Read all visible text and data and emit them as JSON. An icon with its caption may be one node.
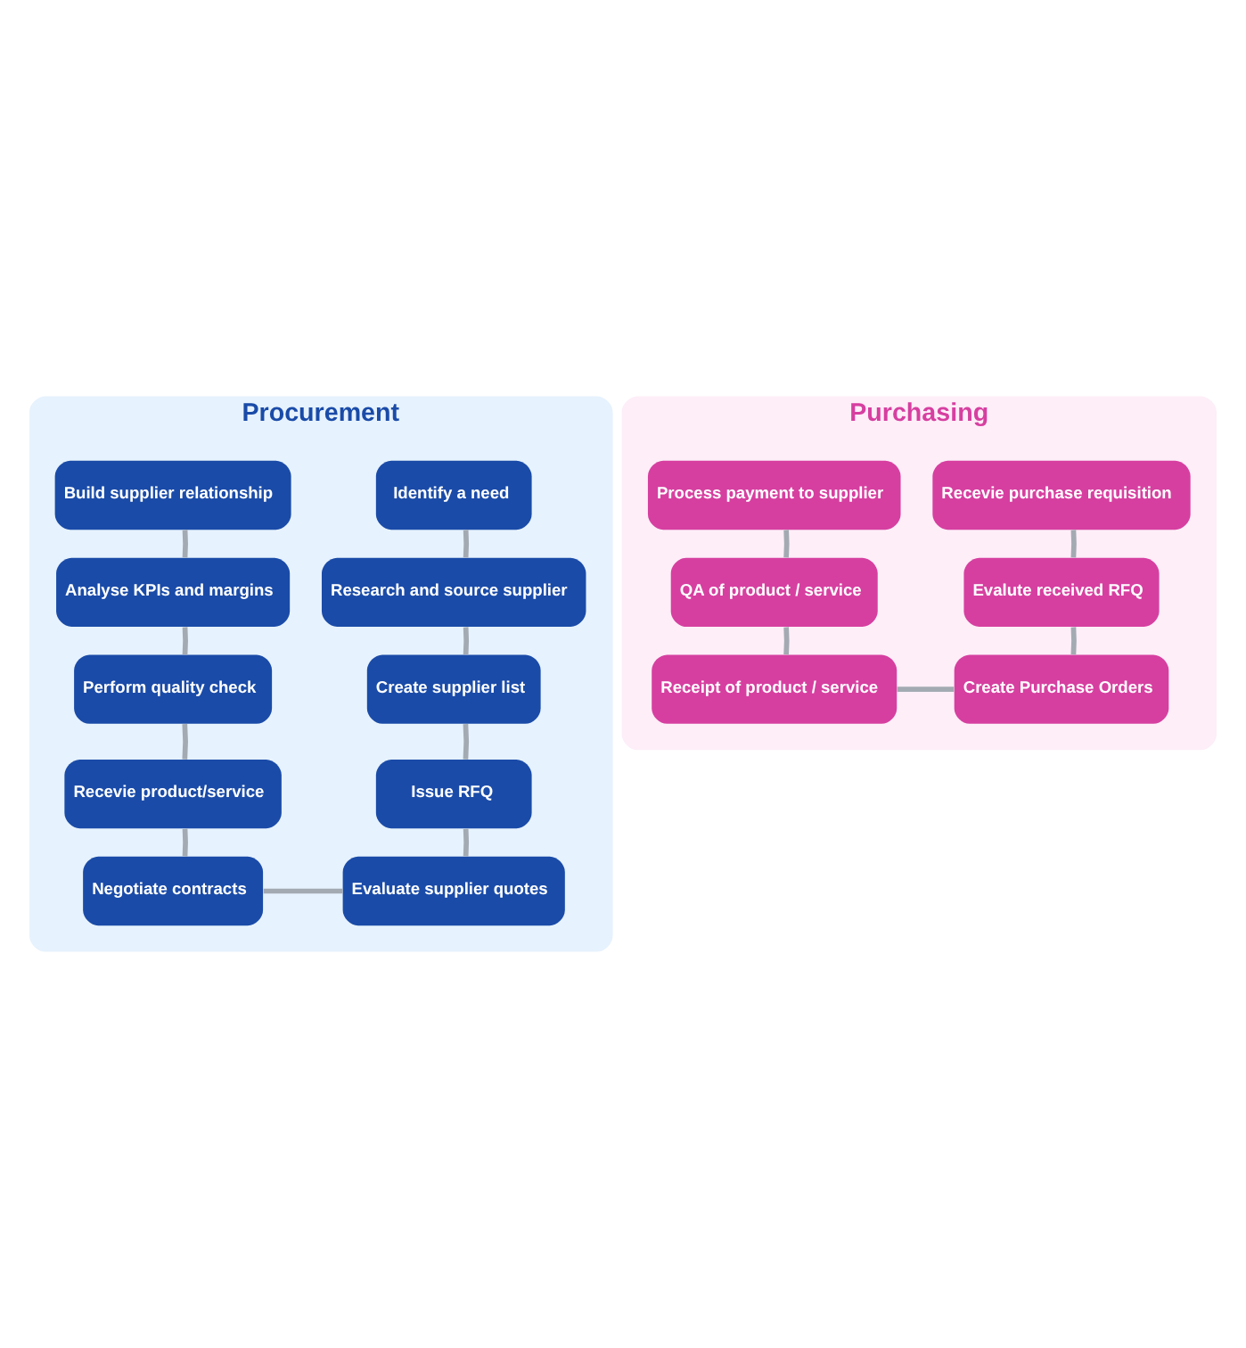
{
  "diagram": {
    "nodes": [
      {
        "text": [
          "Procurement"
        ]
      },
      {
        "text": [
          "Identify a need"
        ],
        "in": 0
      },
      {
        "text": [
          "Research and source supplier"
        ],
        "in": 0
      },
      {
        "text": [
          "Create supplier list"
        ],
        "in": 0
      },
      {
        "text": [
          "Issue RFQ"
        ],
        "in": 0
      },
      {
        "text": [
          "Evaluate supplier quotes"
        ],
        "in": 0
      },
      {
        "text": [
          "Build supplier relationship"
        ],
        "in": 0
      },
      {
        "text": [
          "Analyse KPIs and margins"
        ],
        "in": 0
      },
      {
        "text": [
          "Perform quality check"
        ],
        "in": 0
      },
      {
        "text": [
          "Recevie product/service"
        ],
        "in": 0
      },
      {
        "text": [
          "Negotiate contracts"
        ],
        "in": 0
      },
      {
        "text": [
          "Purchasing"
        ]
      },
      {
        "text": [
          "Recevie purchase requisition"
        ],
        "in": 11
      },
      {
        "text": [
          "Evalute received RFQ"
        ],
        "in": 11
      },
      {
        "text": [
          "Create Purchase Orders"
        ],
        "in": 11
      },
      {
        "text": [
          "Process payment to supplier"
        ],
        "in": 11
      },
      {
        "text": [
          "QA of product / service"
        ],
        "in": 11
      },
      {
        "text": [
          "Receipt of product / service"
        ],
        "in": 11
      }
    ],
    "edges": [
      {
        "from": 1,
        "to": 2,
        "arrow": "none"
      },
      {
        "from": 2,
        "to": 3,
        "arrow": "none"
      },
      {
        "from": 3,
        "to": 4,
        "arrow": "none"
      },
      {
        "from": 4,
        "to": 5,
        "arrow": "none"
      },
      {
        "from": 5,
        "to": 10,
        "arrow": "none"
      },
      {
        "from": 10,
        "to": 9,
        "arrow": "none"
      },
      {
        "from": 9,
        "to": 8,
        "arrow": "none"
      },
      {
        "from": 8,
        "to": 7,
        "arrow": "none"
      },
      {
        "from": 7,
        "to": 6,
        "arrow": "none"
      },
      {
        "from": 12,
        "to": 13,
        "arrow": "none"
      },
      {
        "from": 13,
        "to": 14,
        "arrow": "none"
      },
      {
        "from": 14,
        "to": 17,
        "arrow": "none"
      },
      {
        "from": 17,
        "to": 16,
        "arrow": "none"
      },
      {
        "from": 16,
        "to": 15,
        "arrow": "none"
      }
    ]
  }
}
